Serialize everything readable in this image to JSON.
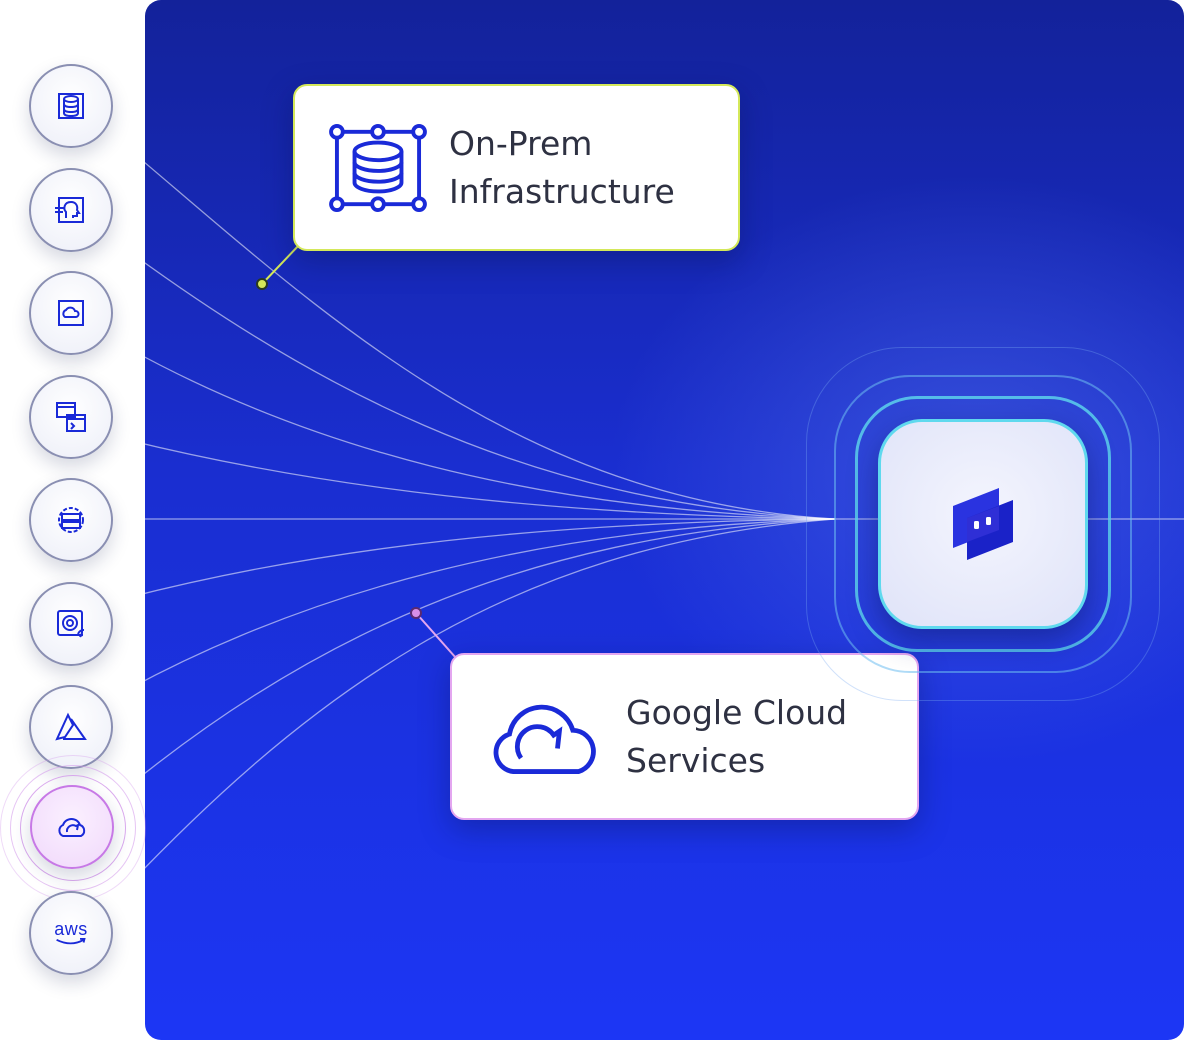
{
  "diagram": {
    "sources": [
      {
        "id": "database-node",
        "icon": "database-icon"
      },
      {
        "id": "ai-head-node",
        "icon": "ai-head-icon"
      },
      {
        "id": "cloud-box-node",
        "icon": "cloud-box-icon"
      },
      {
        "id": "terminal-windows-node",
        "icon": "terminal-windows-icon"
      },
      {
        "id": "server-gear-node",
        "icon": "server-gear-icon"
      },
      {
        "id": "vault-node",
        "icon": "vault-icon"
      },
      {
        "id": "azure-node",
        "icon": "azure-icon"
      },
      {
        "id": "google-cloud-node",
        "icon": "google-cloud-icon",
        "active": true
      },
      {
        "id": "aws-node",
        "icon": "aws-icon",
        "text": "aws"
      }
    ],
    "hub": {
      "icon": "hub-logo-icon"
    },
    "callouts": {
      "onprem": {
        "title": "On-Prem\nInfrastructure",
        "icon": "database-icon",
        "accent": "#d4e85a"
      },
      "gcs": {
        "title": "Google Cloud\nServices",
        "icon": "google-cloud-icon",
        "accent": "#e3a6f0"
      }
    },
    "colors": {
      "background": "#1a2ed0",
      "hub_ring": "#5fd9ee",
      "icon": "#1a2ad8"
    }
  }
}
